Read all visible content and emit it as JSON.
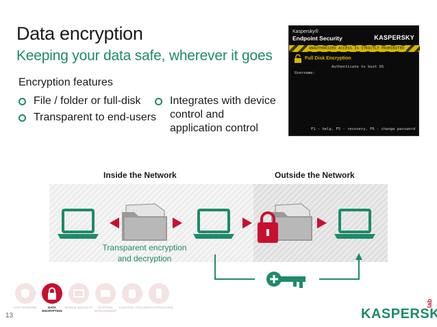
{
  "slide": {
    "title": "Data encryption",
    "subtitle": "Keeping your data safe, wherever it goes",
    "page_number": "13"
  },
  "features": {
    "heading": "Encryption features",
    "items": [
      "File / folder or full-disk",
      "Transparent to end-users",
      "Integrates with device control and application control"
    ]
  },
  "screen": {
    "brand_small": "Kaspersky®",
    "product": "Endpoint Security",
    "logo": "KASPERSKY",
    "warning": "UNAUTHORIZED ACCESS IS STRICTLY PROHIBITED",
    "panel_title": "Full Disk Encryption",
    "authenticate": "Authenticate to boot OS",
    "username_label": "Username:",
    "help_line": "F1 - help, F5 - recovery, F6 - change password"
  },
  "diagram": {
    "inside_label": "Inside the Network",
    "outside_label": "Outside the Network",
    "caption_line1": "Transparent encryption",
    "caption_line2": "and decryption"
  },
  "footer_nav": [
    {
      "label": "ANTI-MALWARE",
      "active": false,
      "icon": "shield-icon"
    },
    {
      "label": "DATA ENCRYPTION",
      "active": true,
      "icon": "lock-icon"
    },
    {
      "label": "MOBILE SECURITY",
      "active": false,
      "icon": "mobile-icon"
    },
    {
      "label": "SYSTEMS MANAGEMENT",
      "active": false,
      "icon": "server-icon"
    },
    {
      "label": "CONTROL TOOLS",
      "active": false,
      "icon": "hand-icon"
    },
    {
      "label": "INFRASTRUCTURE",
      "active": false,
      "icon": "device-icon"
    }
  ],
  "brand": {
    "logo_text": "KASPERSKY",
    "logo_suffix": "lab"
  },
  "colors": {
    "accent_green": "#1f8a6a",
    "accent_red": "#c8102e",
    "warning_yellow": "#d4b800"
  }
}
